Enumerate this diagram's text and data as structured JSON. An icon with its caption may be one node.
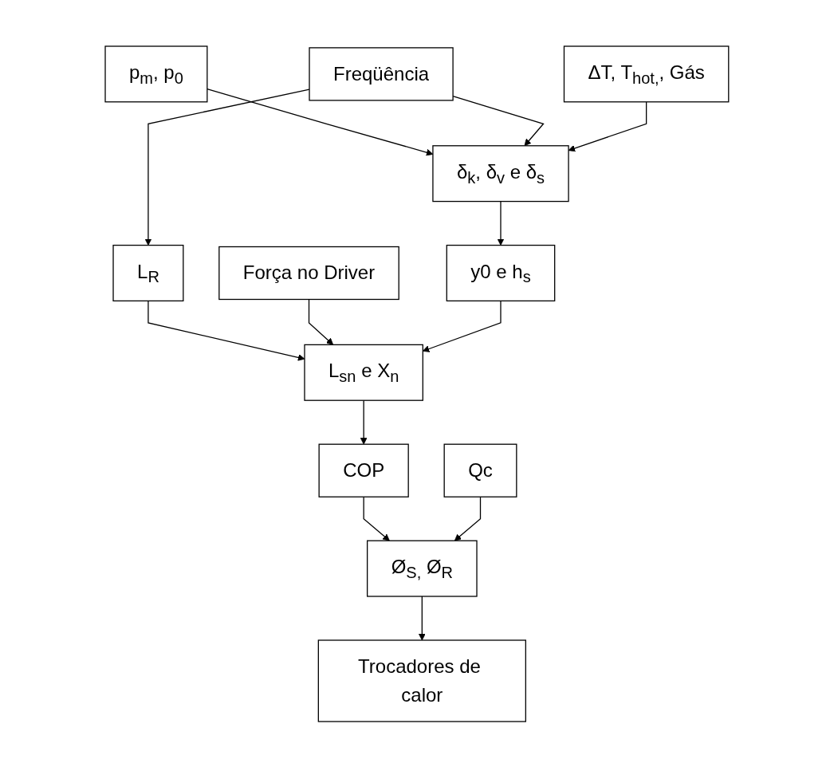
{
  "diagram": {
    "nodes": [
      {
        "text": [
          "p$_{m}$, p$_{0}$"
        ]
      },
      {
        "text": [
          "Freqüência"
        ]
      },
      {
        "text": [
          "ΔT, T$_{hot,}$, Gás"
        ]
      },
      {
        "text": [
          "Força no Driver"
        ]
      },
      {
        "text": [
          "δ$_{k}$, δ$_{v}$ e δ$_{s}$"
        ]
      },
      {
        "text": [
          "L$_{R}$"
        ]
      },
      {
        "text": [
          "y0 e h$_{s}$"
        ]
      },
      {
        "text": [
          "L$_{sn}$ e X$_{n}$"
        ]
      },
      {
        "text": [
          "COP"
        ]
      },
      {
        "text": [
          "Qc"
        ]
      },
      {
        "text": [
          "Ø$_{S,}$ Ø$_{R}$"
        ]
      },
      {
        "text": [
          "Trocadores de calor"
        ]
      }
    ],
    "edges": [
      {
        "from": 0,
        "to": 4,
        "arrow": "to"
      },
      {
        "from": 1,
        "to": 4,
        "arrow": "to"
      },
      {
        "from": 1,
        "to": 5,
        "arrow": "to"
      },
      {
        "from": 2,
        "to": 4,
        "arrow": "to"
      },
      {
        "from": 4,
        "to": 6,
        "arrow": "to"
      },
      {
        "from": 5,
        "to": 7,
        "arrow": "to"
      },
      {
        "from": 3,
        "to": 7,
        "arrow": "to"
      },
      {
        "from": 6,
        "to": 7,
        "arrow": "to"
      },
      {
        "from": 7,
        "to": 8,
        "arrow": "to"
      },
      {
        "from": 8,
        "to": 10,
        "arrow": "to"
      },
      {
        "from": 9,
        "to": 10,
        "arrow": "to"
      },
      {
        "from": 10,
        "to": 11,
        "arrow": "to"
      }
    ]
  }
}
